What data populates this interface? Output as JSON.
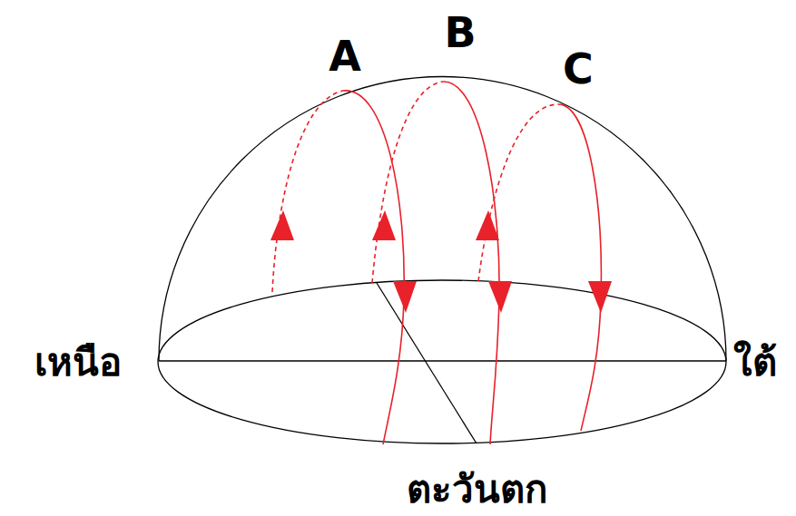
{
  "diagram": {
    "labels": [
      "A",
      "B",
      "C",
      "เหนือ",
      "ใต้",
      "ตะวันตก"
    ]
  }
}
